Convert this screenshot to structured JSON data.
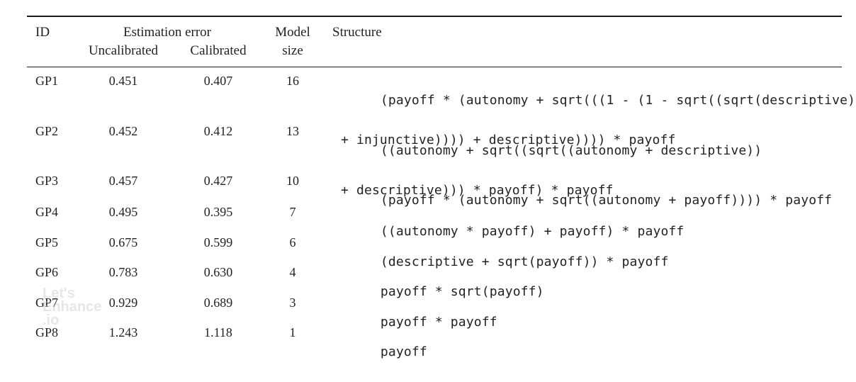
{
  "header": {
    "id": "ID",
    "estimation_error": "Estimation error",
    "uncalibrated": "Uncalibrated",
    "calibrated": "Calibrated",
    "model_line1": "Model",
    "model_line2": "size",
    "structure": "Structure"
  },
  "rows": [
    {
      "id": "GP1",
      "uncalibrated": "0.451",
      "calibrated": "0.407",
      "size": "16",
      "structure_line1": "(payoff * (autonomy + sqrt(((1 - (1 - sqrt((sqrt(descriptive)",
      "structure_line2": "+ injunctive)))) + descriptive)))) * payoff"
    },
    {
      "id": "GP2",
      "uncalibrated": "0.452",
      "calibrated": "0.412",
      "size": "13",
      "structure_line1": "((autonomy + sqrt((sqrt((autonomy + descriptive))",
      "structure_line2": "+ descriptive))) * payoff) * payoff"
    },
    {
      "id": "GP3",
      "uncalibrated": "0.457",
      "calibrated": "0.427",
      "size": "10",
      "structure_line1": "(payoff * (autonomy + sqrt((autonomy + payoff)))) * payoff",
      "structure_line2": ""
    },
    {
      "id": "GP4",
      "uncalibrated": "0.495",
      "calibrated": "0.395",
      "size": "7",
      "structure_line1": "((autonomy * payoff) + payoff) * payoff",
      "structure_line2": ""
    },
    {
      "id": "GP5",
      "uncalibrated": "0.675",
      "calibrated": "0.599",
      "size": "6",
      "structure_line1": "(descriptive + sqrt(payoff)) * payoff",
      "structure_line2": ""
    },
    {
      "id": "GP6",
      "uncalibrated": "0.783",
      "calibrated": "0.630",
      "size": "4",
      "structure_line1": "payoff * sqrt(payoff)",
      "structure_line2": ""
    },
    {
      "id": "GP7",
      "uncalibrated": "0.929",
      "calibrated": "0.689",
      "size": "3",
      "structure_line1": "payoff * payoff",
      "structure_line2": ""
    },
    {
      "id": "GP8",
      "uncalibrated": "1.243",
      "calibrated": "1.118",
      "size": "1",
      "structure_line1": "payoff",
      "structure_line2": ""
    }
  ],
  "watermark": {
    "line1": "Let's",
    "line2": "Enhance",
    "line3": ".io"
  }
}
